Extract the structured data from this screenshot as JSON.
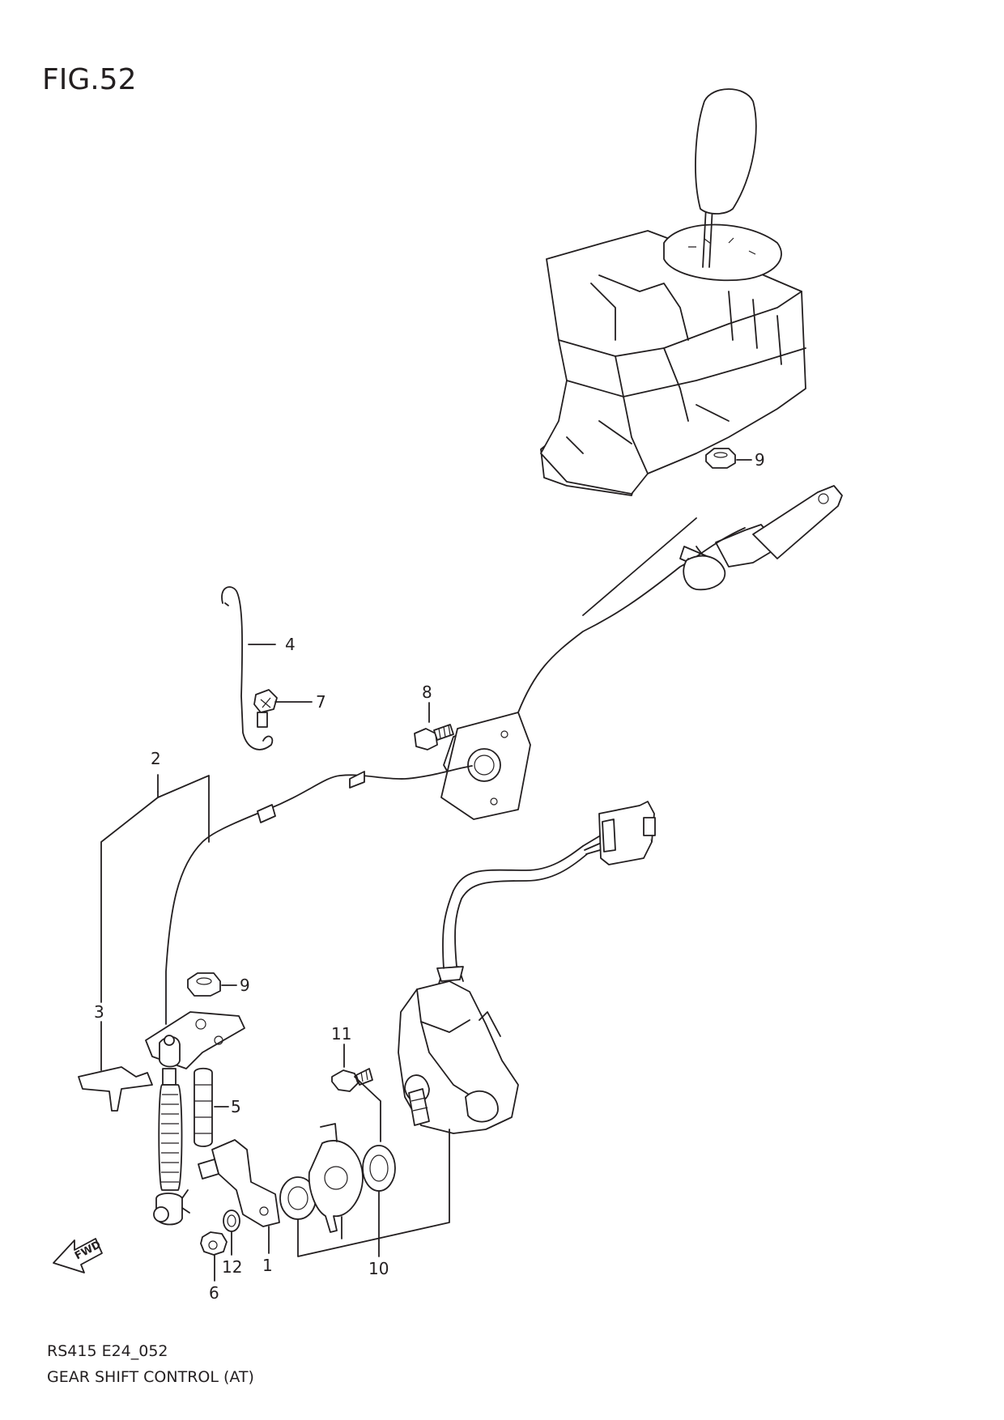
{
  "figure": {
    "title": "FIG.52"
  },
  "footer": {
    "code": "RS415 E24_052",
    "caption": "GEAR SHIFT CONTROL (AT)"
  },
  "direction_marker": {
    "label": "FWD",
    "icon": "fwd-arrow-icon"
  },
  "callouts": [
    "1",
    "2",
    "3",
    "4",
    "5",
    "6",
    "7",
    "8",
    "9",
    "9",
    "10",
    "11",
    "12"
  ],
  "colors": {
    "ink": "#231f20",
    "paper": "#ffffff"
  }
}
